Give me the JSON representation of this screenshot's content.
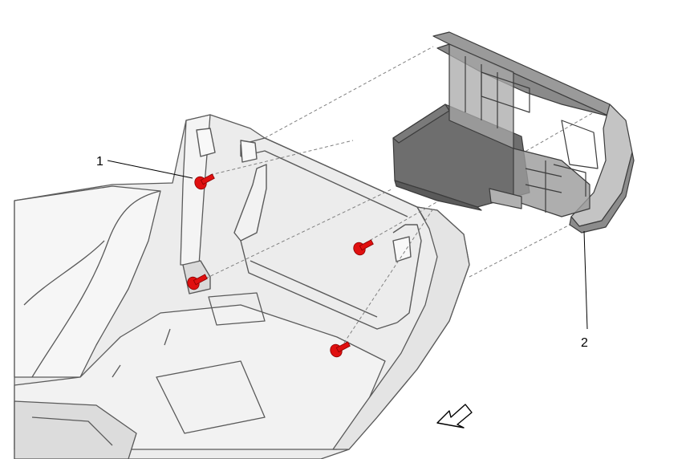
{
  "callouts": [
    {
      "id": "1",
      "label": "1"
    },
    {
      "id": "2",
      "label": "2"
    }
  ],
  "colors": {
    "background": "#ffffff",
    "panel_fill": "#ececec",
    "panel_light": "#f6f6f6",
    "panel_stroke": "#5a5a5a",
    "module_dark": "#6e6e6e",
    "module_mid": "#8a8a8a",
    "fastener_red": "#e01010",
    "dashed_line": "#808080"
  },
  "icons": {
    "fasteners": "screw-icon",
    "direction": "direction-arrow-icon"
  }
}
